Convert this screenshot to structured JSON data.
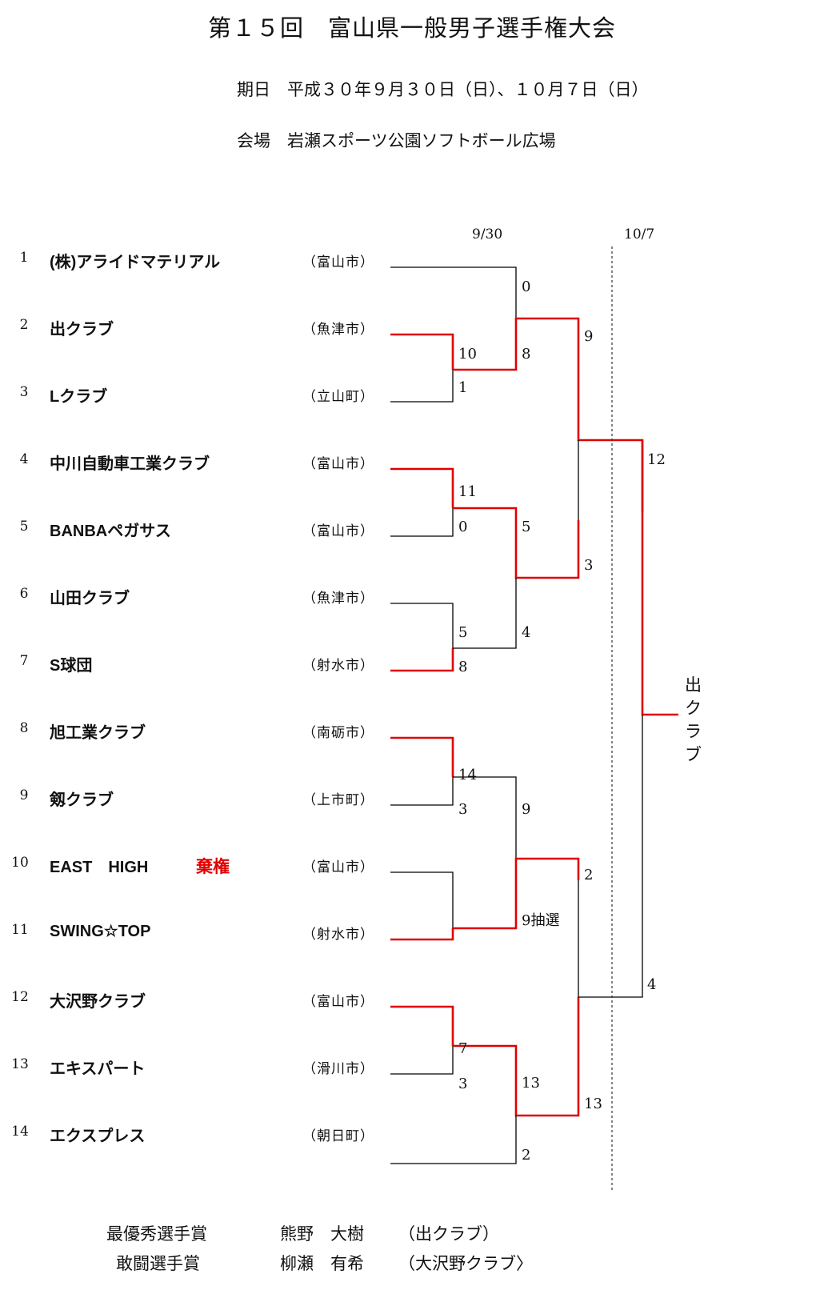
{
  "title": "第１５回　富山県一般男子選手権大会",
  "info": {
    "date": "期日　平成３０年９月３０日（日）、１０月７日（日）",
    "venue": "会場　岩瀬スポーツ公園ソフトボール広場"
  },
  "round_dates": {
    "first": "9/30",
    "final": "10/7"
  },
  "teams": [
    {
      "seed": "1",
      "name": "(株)アライドマテリアル",
      "city": "（富山市）"
    },
    {
      "seed": "2",
      "name": "出クラブ",
      "city": "（魚津市）"
    },
    {
      "seed": "3",
      "name": "Lクラブ",
      "city": "（立山町）"
    },
    {
      "seed": "4",
      "name": "中川自動車工業クラブ",
      "city": "（富山市）"
    },
    {
      "seed": "5",
      "name": "BANBAペガサス",
      "city": "（富山市）"
    },
    {
      "seed": "6",
      "name": "山田クラブ",
      "city": "（魚津市）"
    },
    {
      "seed": "7",
      "name": "S球団",
      "city": "（射水市）"
    },
    {
      "seed": "8",
      "name": "旭工業クラブ",
      "city": "（南砺市）"
    },
    {
      "seed": "9",
      "name": "剱クラブ",
      "city": "（上市町）"
    },
    {
      "seed": "10",
      "name": "EAST　HIGH",
      "city": "（富山市）"
    },
    {
      "seed": "11",
      "name": "SWING☆TOP",
      "city": "（射水市）"
    },
    {
      "seed": "12",
      "name": "大沢野クラブ",
      "city": "（富山市）"
    },
    {
      "seed": "13",
      "name": "エキスパート",
      "city": "（滑川市）"
    },
    {
      "seed": "14",
      "name": "エクスプレス",
      "city": "（朝日町）"
    }
  ],
  "forfeit_label": "棄権",
  "scores": {
    "r1": [
      "10",
      "1",
      "11",
      "0",
      "5",
      "8",
      "14",
      "3",
      "7",
      "3"
    ],
    "r2": [
      "0",
      "8",
      "5",
      "4",
      "9",
      "9抽選",
      "13",
      "2"
    ],
    "semi": [
      "9",
      "3",
      "2",
      "13"
    ],
    "final": [
      "12",
      "4"
    ]
  },
  "champion": "出クラブ",
  "awards": [
    {
      "title": "最優秀選手賞",
      "name": "熊野　大樹",
      "team": "（出クラブ）"
    },
    {
      "title": "敢闘選手賞",
      "name": "柳瀬　有希",
      "team": "（大沢野クラブ〉"
    }
  ],
  "colors": {
    "win": "#e00000",
    "line": "#000000",
    "text": "#111111"
  }
}
